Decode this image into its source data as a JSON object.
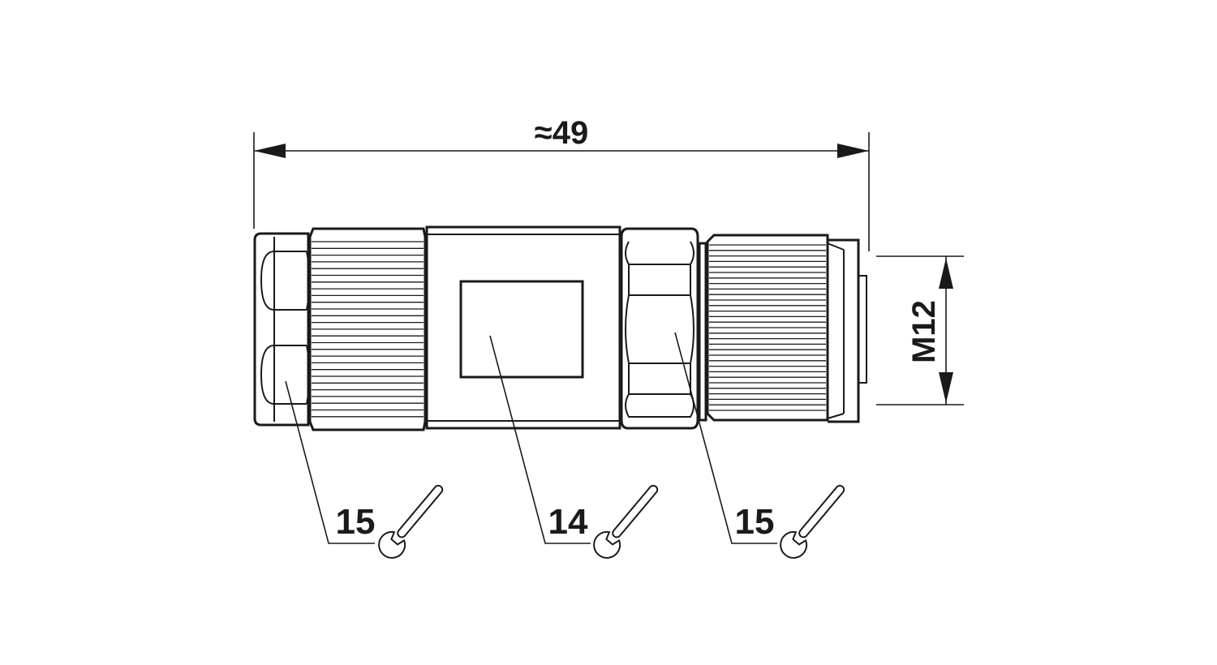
{
  "dimensions": {
    "length_label": "≈49",
    "thread_label": "M12"
  },
  "callouts": [
    {
      "id": "left-nut",
      "size": "15",
      "tool_icon": "wrench-icon"
    },
    {
      "id": "housing",
      "size": "14",
      "tool_icon": "wrench-icon"
    },
    {
      "id": "right-nut",
      "size": "15",
      "tool_icon": "wrench-icon"
    }
  ],
  "colors": {
    "line": "#1a1a1a",
    "background": "#ffffff"
  }
}
